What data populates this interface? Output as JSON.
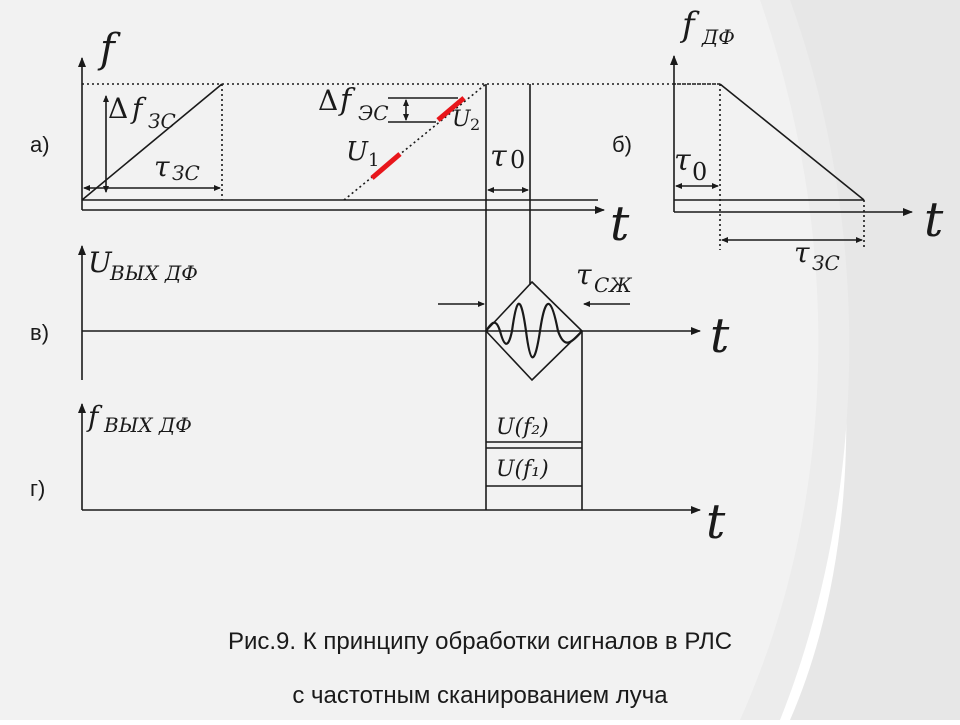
{
  "panels": {
    "a": "а)",
    "b": "б)",
    "v": "в)",
    "g": "г)"
  },
  "a": {
    "f": "f",
    "delta": "Δ",
    "f_zs": "f",
    "zs": "ЗС",
    "tau": "τ",
    "delta2": "Δ",
    "f_es": "f",
    "es": "ЭС",
    "u2": "U",
    "u2_sub": "2",
    "u1": "U",
    "u1_sub": "1",
    "tau0": "τ",
    "tau0_sub": "0",
    "t": "t"
  },
  "b": {
    "f": "f",
    "df": "ДФ",
    "tau0": "τ",
    "tau0_sub": "0",
    "t": "t",
    "tau": "τ",
    "zs": "ЗС"
  },
  "v": {
    "u": "U",
    "sub": "ВЫХ ДФ",
    "tau": "τ",
    "szh": "СЖ",
    "t": "t"
  },
  "g": {
    "f": "f",
    "sub": "ВЫХ ДФ",
    "uf2": "U(f₂)",
    "uf1": "U(f₁)",
    "t": "t"
  },
  "caption": {
    "line1": "Рис.9. К принципу обработки сигналов в РЛС",
    "line2": "с частотным сканированием луча"
  },
  "colors": {
    "bg_shape": "#e6e6e6",
    "accent": "#e8161b"
  }
}
